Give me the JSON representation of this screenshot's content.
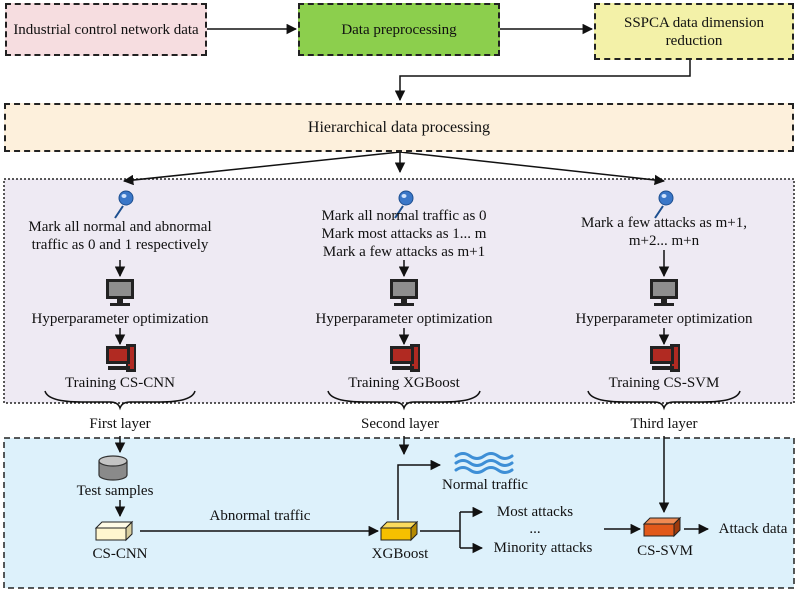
{
  "top": {
    "source": "Industrial control network data",
    "preprocess": "Data preprocessing",
    "reduction": "SSPCA data dimension reduction"
  },
  "hier": {
    "label": "Hierarchical data processing"
  },
  "columns": [
    {
      "mark": "Mark all normal and abnormal\ntraffic as 0 and 1 respectively",
      "hyper": "Hyperparameter optimization",
      "train": "Training CS-CNN",
      "layer": "First layer"
    },
    {
      "mark": "Mark all normal traffic as 0\nMark most attacks as 1... m\nMark a few attacks as m+1",
      "hyper": "Hyperparameter optimization",
      "train": "Training XGBoost",
      "layer": "Second layer"
    },
    {
      "mark": "Mark a few attacks as m+1,\nm+2... m+n",
      "hyper": "Hyperparameter optimization",
      "train": "Training CS-SVM",
      "layer": "Third layer"
    }
  ],
  "bottom": {
    "test_samples": "Test samples",
    "cnn": "CS-CNN",
    "abnormal": "Abnormal traffic",
    "xgboost": "XGBoost",
    "normal": "Normal traffic",
    "most": "Most attacks",
    "dots": "...",
    "minority": "Minority attacks",
    "svm": "CS-SVM",
    "attack": "Attack data"
  },
  "colors": {
    "source_fill": "#f6dde0",
    "preprocess_fill": "#8ccf4d",
    "reduction_fill": "#f3f1a8",
    "hier_fill": "#fdf0dc",
    "mid_panel_fill": "#eeeaf3",
    "bottom_panel_fill": "#ddf1fb",
    "pin_blue": "#3a77c8",
    "monitor_red": "#b12a22",
    "cnn_block": "#fff6cf",
    "xgb_block": "#f6c000",
    "svm_block": "#e2591a",
    "wave_blue": "#3e8fd6"
  },
  "icons": [
    "pin-icon",
    "computer-monitor-icon",
    "training-computer-icon",
    "database-cylinder-icon",
    "model-block-icon",
    "wave-icon"
  ]
}
